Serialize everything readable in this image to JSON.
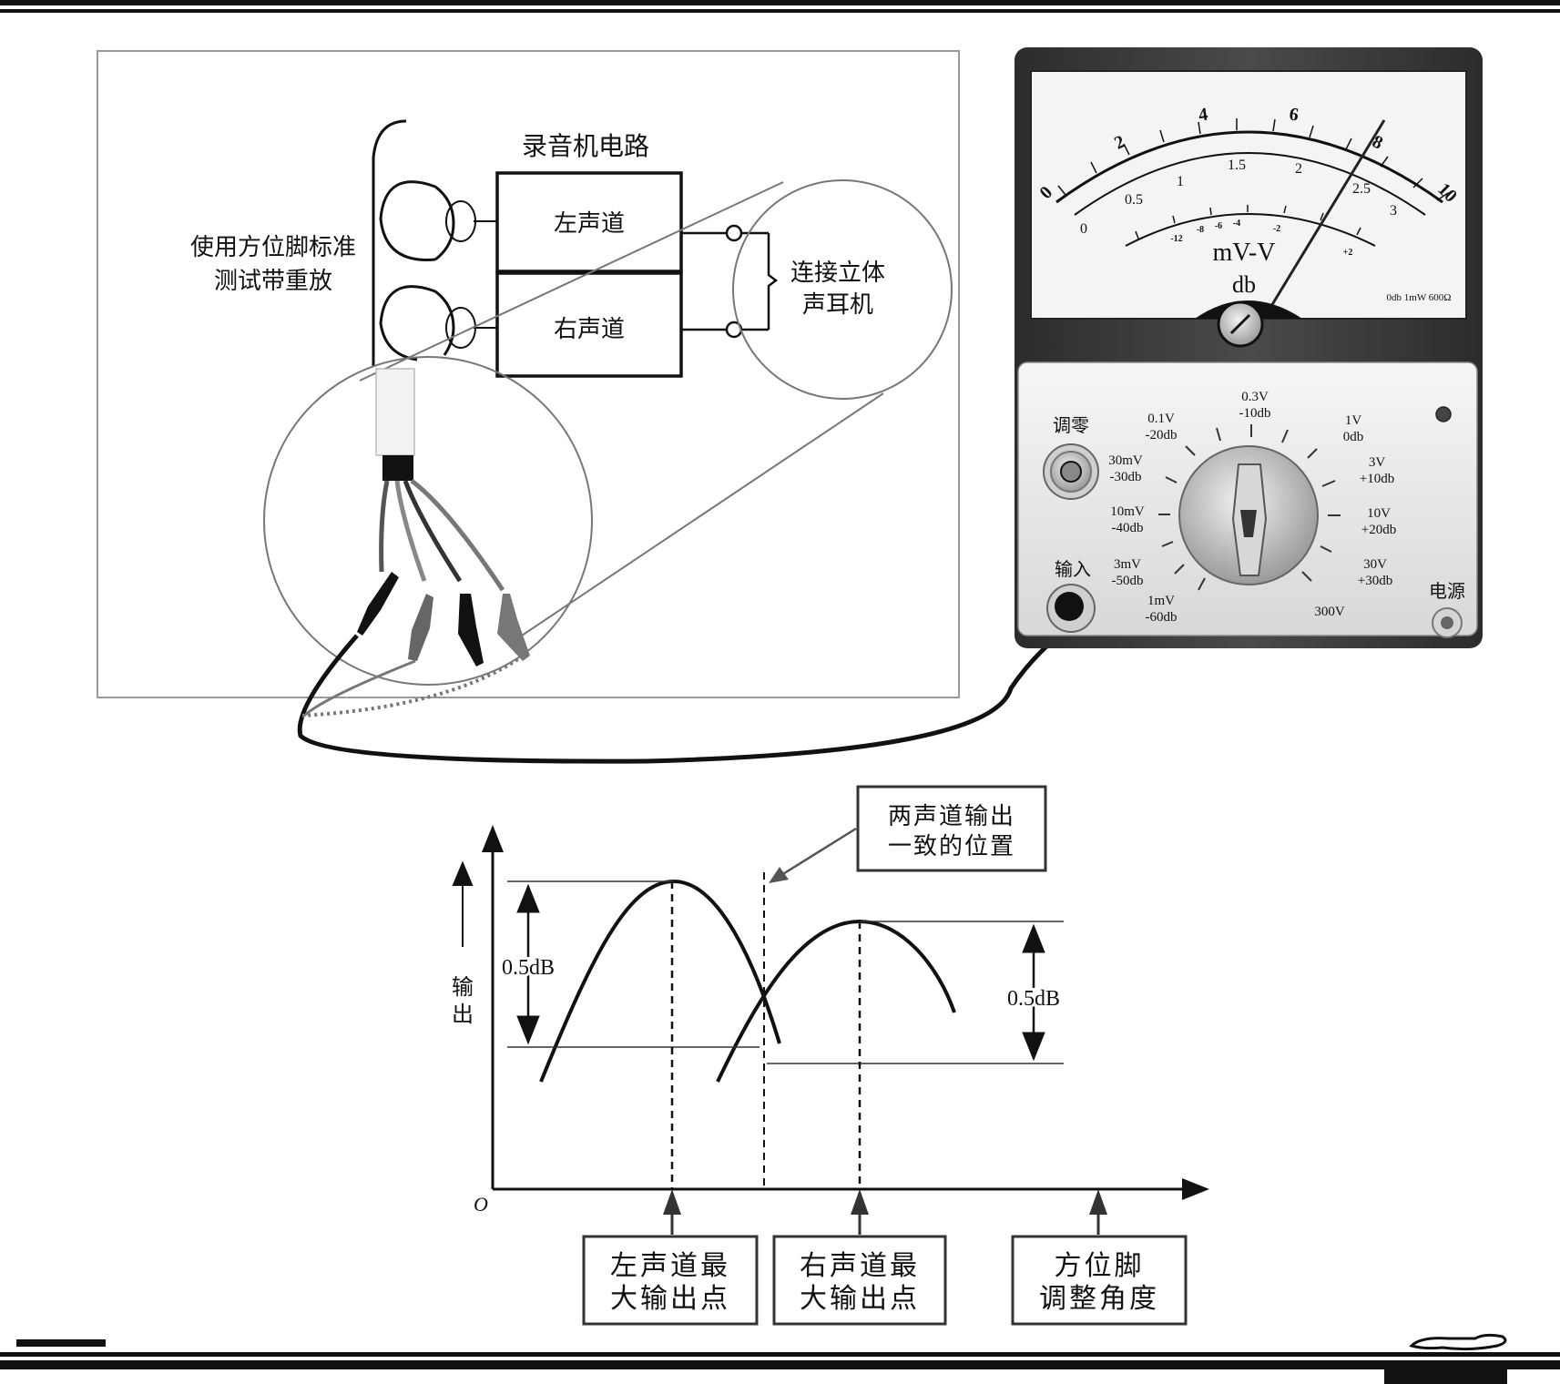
{
  "circuit": {
    "title": "录音机电路",
    "left_channel": "左声道",
    "right_channel": "右声道",
    "tape_label_1": "使用方位脚标准",
    "tape_label_2": "测试带重放",
    "earphone_label_1": "连接立体",
    "earphone_label_2": "声耳机"
  },
  "meter": {
    "scale_top": [
      "0",
      "2",
      "4",
      "6",
      "8",
      "10"
    ],
    "scale_mid": [
      "0.5",
      "1",
      "1.5",
      "2",
      "2.5",
      "3"
    ],
    "scale_mid_zero": "0",
    "scale_db": [
      "-12",
      "-8",
      "-6",
      "-4",
      "-2",
      "+2"
    ],
    "unit_label": "mV-V",
    "db_label": "db",
    "ref_label": "0db 1mW 600Ω",
    "zero_adjust": "调零",
    "input": "输入",
    "power": "电源",
    "ranges": [
      {
        "v": "1mV",
        "db": "-60db"
      },
      {
        "v": "3mV",
        "db": "-50db"
      },
      {
        "v": "10mV",
        "db": "-40db"
      },
      {
        "v": "30mV",
        "db": "-30db"
      },
      {
        "v": "0.1V",
        "db": "-20db"
      },
      {
        "v": "0.3V",
        "db": "-10db"
      },
      {
        "v": "1V",
        "db": "0db"
      },
      {
        "v": "3V",
        "db": "+10db"
      },
      {
        "v": "10V",
        "db": "+20db"
      },
      {
        "v": "30V",
        "db": "+30db"
      },
      {
        "v": "300V",
        "db": ""
      }
    ]
  },
  "graph": {
    "y_axis_label": "输出",
    "origin": "O",
    "db_label_left": "0.5dB",
    "db_label_right": "0.5dB",
    "callout_top_1": "两声道输出",
    "callout_top_2": "一致的位置",
    "box_left_1": "左声道最",
    "box_left_2": "大输出点",
    "box_mid_1": "右声道最",
    "box_mid_2": "大输出点",
    "box_right_1": "方位脚",
    "box_right_2": "调整角度"
  },
  "colors": {
    "ink": "#111111",
    "meter_body": "#3a3a3a",
    "panel": "#e9e9e9"
  }
}
